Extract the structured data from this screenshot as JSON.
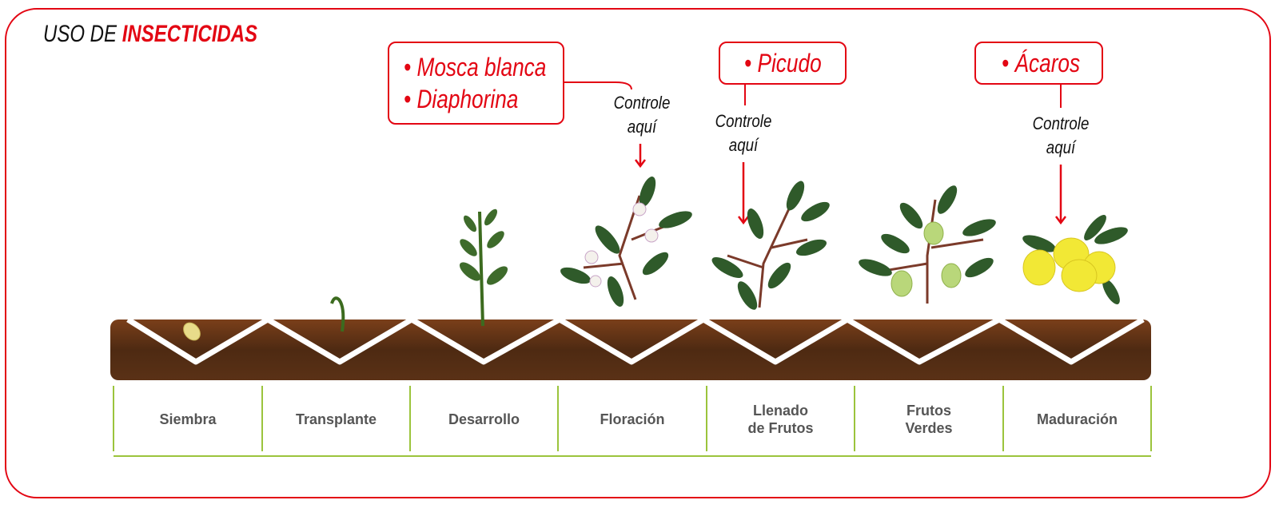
{
  "title": {
    "prefix": "USO DE ",
    "highlight": "INSECTICIDAS"
  },
  "pests": [
    {
      "items": [
        "• Mosca blanca",
        "• Diaphorina"
      ]
    },
    {
      "items": [
        "• Picudo"
      ]
    },
    {
      "items": [
        "• Ácaros"
      ]
    }
  ],
  "control_label": {
    "line1": "Controle",
    "line2": "aquí"
  },
  "stages": [
    "Siembra",
    "Transplante",
    "Desarrollo",
    "Floración",
    "Llenado\nde Frutos",
    "Frutos\nVerdes",
    "Maduración"
  ],
  "colors": {
    "accent": "#e30613",
    "soil": "#5a3116",
    "divider": "#9bc43c",
    "text": "#555555"
  }
}
